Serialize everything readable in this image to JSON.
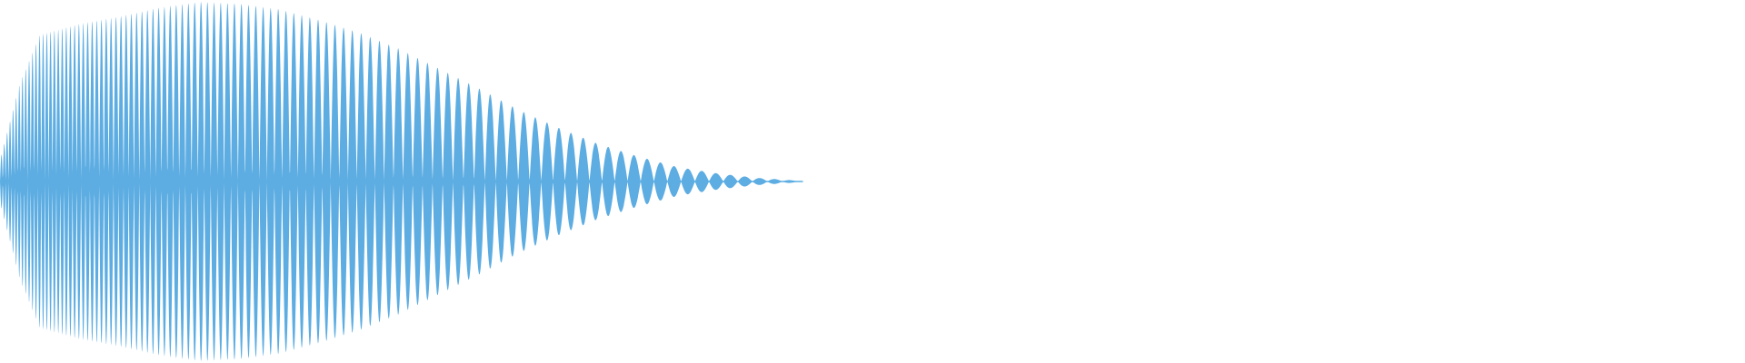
{
  "waveform": {
    "color": "#5DADE2",
    "background": "#FFFFFF",
    "length_fraction": 0.457,
    "envelope_fractions": [
      0.0,
      0.025,
      0.05,
      0.1,
      0.15,
      0.2,
      0.25,
      0.3,
      0.35,
      0.4,
      0.45,
      0.5,
      0.55,
      0.6,
      0.65,
      0.7,
      0.75,
      0.8,
      0.85,
      0.9,
      0.95,
      1.0
    ],
    "envelope_levels": [
      0.12,
      0.55,
      0.82,
      0.88,
      0.92,
      0.97,
      1.0,
      0.99,
      0.96,
      0.9,
      0.83,
      0.74,
      0.63,
      0.52,
      0.4,
      0.3,
      0.21,
      0.14,
      0.08,
      0.045,
      0.02,
      0.005
    ]
  }
}
